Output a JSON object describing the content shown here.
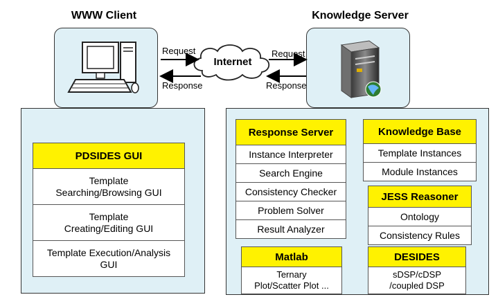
{
  "client": {
    "title": "WWW Client"
  },
  "server": {
    "title": "Knowledge Server"
  },
  "network": {
    "cloud_label": "Internet",
    "left_request": "Request",
    "left_response": "Response",
    "right_request": "Request",
    "right_response": "Response"
  },
  "gui": {
    "header": "PDSIDES GUI",
    "items": [
      [
        "Template",
        "Searching/Browsing GUI"
      ],
      [
        "Template",
        "Creating/Editing GUI"
      ],
      [
        "Template Execution/Analysis",
        "GUI"
      ]
    ]
  },
  "response_server": {
    "header": "Response Server",
    "items": [
      "Instance Interpreter",
      "Search Engine",
      "Consistency Checker",
      "Problem Solver",
      "Result Analyzer"
    ]
  },
  "knowledge_base": {
    "header": "Knowledge Base",
    "items": [
      "Template Instances",
      "Module Instances"
    ]
  },
  "jess": {
    "header": "JESS Reasoner",
    "items": [
      "Ontology",
      "Consistency Rules"
    ]
  },
  "matlab": {
    "header": "Matlab",
    "lines": [
      "Ternary",
      "Plot/Scatter Plot ..."
    ]
  },
  "desides": {
    "header": "DESIDES",
    "lines": [
      "sDSP/cDSP",
      "/coupled DSP"
    ]
  },
  "colors": {
    "panel": "#dff0f6",
    "header": "#fff200",
    "arrow": "#e8202a"
  }
}
